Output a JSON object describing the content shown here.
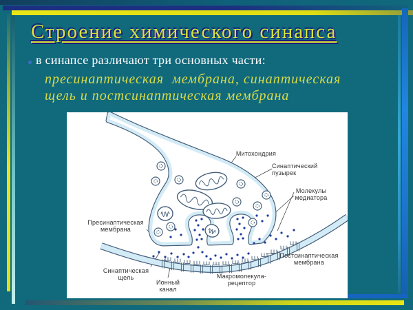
{
  "slide": {
    "title": "Строение химического синапса",
    "bullet_text": "в синапсе различают три основных части:",
    "emphasis_line1": "пресинаптическая  мембрана, синаптическая",
    "emphasis_line2": "щель и постсинаптическая мембрана"
  },
  "diagram": {
    "labels": {
      "mitochondria": "Митохондрия",
      "synaptic_vesicle": "Синаптический пузырек",
      "mediator_molecules": "Молекулы медиатора",
      "presynaptic_membrane": "Пресинаптическая мембрана",
      "synaptic_cleft": "Синаптическая щель",
      "ion_channel": "Ионный канал",
      "receptor_macromolecule": "Макромолекула-рецептор",
      "postsynaptic_membrane": "Постсинаптическая мембрана"
    }
  },
  "colors": {
    "background": "#11697c",
    "title_text": "#dce13a",
    "title_shadow": "#1b1c7c",
    "accent_yellow": "#e8e612",
    "accent_cyan": "#8fd4d6",
    "accent_blue": "#1e7ad0",
    "body_text": "#ffffff",
    "emphasis_text": "#d7db48",
    "membrane_fill": "#d3ebf6",
    "membrane_outline": "#46607a",
    "neurotransmitter_dot": "#1d3c9e",
    "diagram_label": "#333333"
  }
}
